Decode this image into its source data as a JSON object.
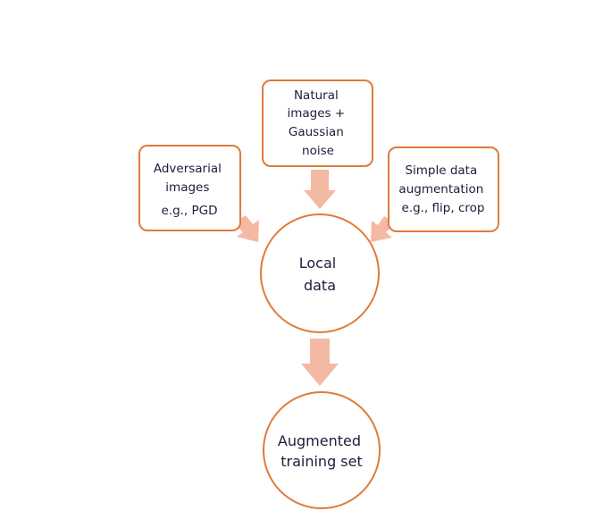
{
  "colors": {
    "border": "#E07B39",
    "arrow": "#F4B9A2",
    "text": "#1a1f3a",
    "fill": "#ffffff"
  },
  "nodes": {
    "natural_noise": {
      "lines": [
        "Natural",
        "images +",
        "Gaussian",
        "noise"
      ]
    },
    "adversarial": {
      "lines": [
        "Adversarial",
        "images",
        "e.g., PGD"
      ]
    },
    "simple_aug": {
      "lines": [
        "Simple data",
        "augmentation",
        "e.g., flip, crop"
      ]
    },
    "local_data": {
      "lines": [
        "Local",
        "data"
      ]
    },
    "augmented_set": {
      "lines": [
        "Augmented",
        "training set"
      ]
    }
  },
  "edges": [
    {
      "from": "natural_noise",
      "to": "local_data"
    },
    {
      "from": "adversarial",
      "to": "local_data"
    },
    {
      "from": "simple_aug",
      "to": "local_data"
    },
    {
      "from": "local_data",
      "to": "augmented_set"
    }
  ]
}
